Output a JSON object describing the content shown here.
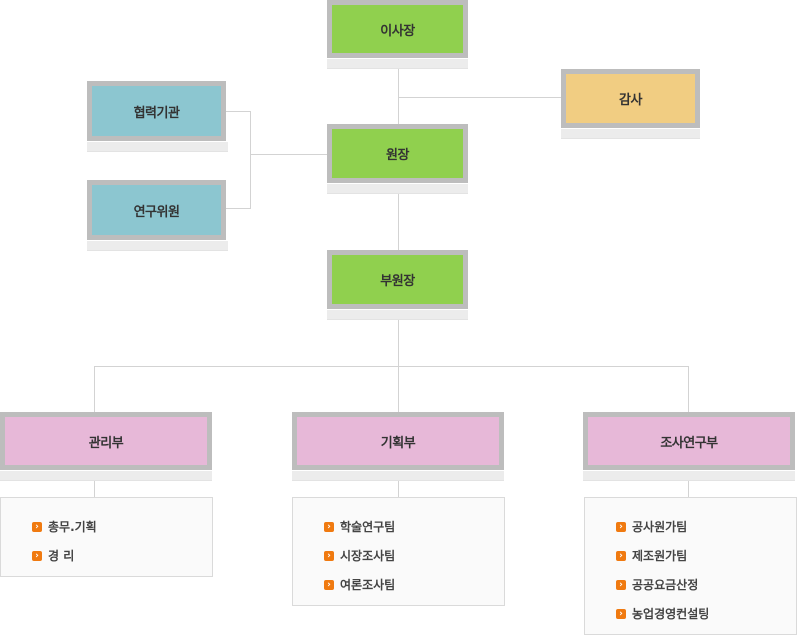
{
  "nodes": {
    "chairman": "이사장",
    "auditor": "감사",
    "cooperation": "협력기관",
    "research_committee": "연구위원",
    "director": "원장",
    "vice_director": "부원장",
    "management": "관리부",
    "planning": "기획부",
    "research": "조사연구부"
  },
  "teams": {
    "management": [
      "총무.기획",
      "경 리"
    ],
    "planning": [
      "학술연구팀",
      "시장조사팀",
      "여론조사팀"
    ],
    "research": [
      "공사원가팀",
      "제조원가팀",
      "공공요금산정",
      "농업경영컨설팅"
    ]
  },
  "colors": {
    "top": "#90d04e",
    "advisory": "#8cc6d0",
    "audit": "#f1cd82",
    "department": "#e7b8d8",
    "frame": "#bdbdbd",
    "connector": "#d3d3d3",
    "bullet": "#f07a10"
  },
  "icons": {
    "bullet": "arrow-bullet-icon"
  }
}
